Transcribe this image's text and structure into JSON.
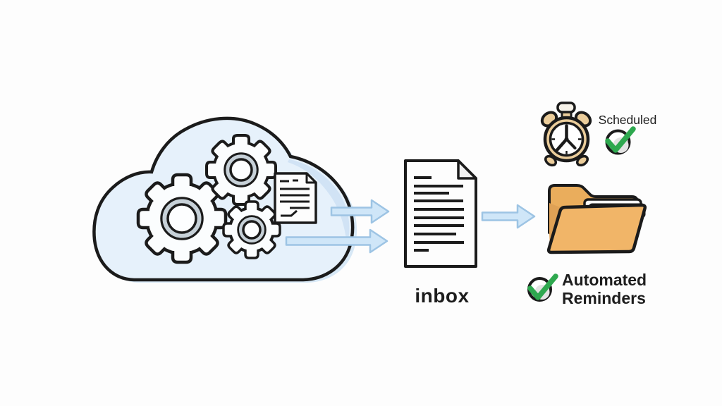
{
  "diagram": {
    "labels": {
      "inbox": "inbox",
      "scheduled": "Scheduled",
      "automated_line1": "Automated",
      "automated_line2": "Reminders"
    },
    "icons": [
      {
        "name": "cloud-icon"
      },
      {
        "name": "gear-icon-large"
      },
      {
        "name": "gear-icon-top"
      },
      {
        "name": "gear-icon-small"
      },
      {
        "name": "document-icon-small"
      },
      {
        "name": "arrow-right-icon-top"
      },
      {
        "name": "arrow-right-icon-bottom"
      },
      {
        "name": "arrow-right-icon-middle"
      },
      {
        "name": "inbox-document-icon"
      },
      {
        "name": "alarm-clock-icon"
      },
      {
        "name": "check-circle-icon-scheduled"
      },
      {
        "name": "folder-icon"
      },
      {
        "name": "check-circle-icon-automated"
      }
    ],
    "colors": {
      "background": "#fdfdfd",
      "ink": "#1b1b1b",
      "text": "#1d1d1d",
      "cloud_fill": "#e6f1fb",
      "cloud_shade": "#cde1f3",
      "cloud_shadow": "#d7e8f6",
      "gear_fill": "#fbfdfe",
      "gear_ring": "#c7d1d8",
      "arrow_fill": "#cfe6f8",
      "arrow_stroke": "#9dc4e4",
      "paper_fill": "#fdfdfd",
      "folder_front": "#f1b568",
      "folder_back": "#eaad5c",
      "clock_tan": "#ebcd9b",
      "check_green": "#2ea84f"
    }
  }
}
